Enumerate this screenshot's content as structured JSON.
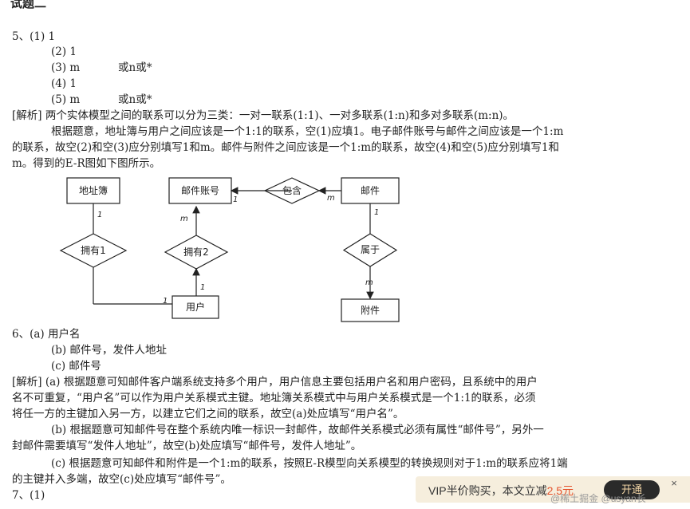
{
  "heading": "试题二",
  "q5": {
    "l1": "5、(1) 1",
    "l2": "(2) 1",
    "l3a": "(3) m",
    "l3b": "或n或*",
    "l4": "(4) 1",
    "l5a": "(5) m",
    "l5b": "或n或*"
  },
  "analysis5": {
    "p1": "[解析] 两个实体模型之间的联系可以分为三类：一对一联系(1:1)、一对多联系(1:n)和多对多联系(m:n)。",
    "p2": "根据题意，地址簿与用户之间应该是一个1:1的联系，空(1)应填1。电子邮件账号与邮件之间应该是一个1:m",
    "p3": "的联系，故空(2)和空(3)应分别填写1和m。邮件与附件之间应该是一个1:m的联系，故空(4)和空(5)应分别填写1和",
    "p4": "m。得到的E-R图如下图所示。"
  },
  "er": {
    "addressbook": "地址簿",
    "mailaccount": "邮件账号",
    "contain": "包含",
    "mail": "邮件",
    "own1": "拥有1",
    "own2": "拥有2",
    "belong": "属于",
    "user": "用户",
    "attachment": "附件",
    "card_1": "1",
    "card_m": "m"
  },
  "q6": {
    "l1": "6、(a) 用户名",
    "l2": "(b) 邮件号，发件人地址",
    "l3": "(c) 邮件号"
  },
  "analysis6": {
    "p1": "[解析] (a) 根据题意可知邮件客户端系统支持多个用户，用户信息主要包括用户名和用户密码，且系统中的用户",
    "p2": "名不可重复，“用户名”可以作为用户关系模式主键。地址簿关系模式中与用户关系模式是一个1:1的联系，必须",
    "p3": "将任一方的主键加入另一方，以建立它们之间的联系，故空(a)处应填写“用户名”。",
    "p4": "(b) 根据题意可知邮件号在整个系统内唯一标识一封邮件，故邮件关系模式必须有属性“邮件号”，另外一",
    "p5": "封邮件需要填写“发件人地址”，故空(b)处应填写“邮件号，发件人地址”。",
    "p6": "(c) 根据题意可知邮件和附件是一个1:m的联系，按照E-R模型向关系模型的转换规则对于1:m的联系应将1端",
    "p7": "的主键并入多端，故空(c)处应填写“邮件号”。"
  },
  "q7": {
    "l1": "7、(1)"
  },
  "vip": {
    "text": "VIP半价购买，本文立减",
    "amount": "2.5元",
    "button": "开通",
    "close": "×"
  },
  "watermark": "@稀土掘金 @usyan长"
}
